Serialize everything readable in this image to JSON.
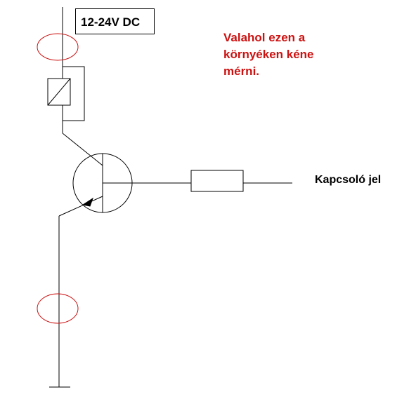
{
  "supply_label": "12-24V DC",
  "note_lines": [
    "Valahol ezen a",
    "környéken kéne",
    "mérni."
  ],
  "signal_label": "Kapcsoló jel",
  "colors": {
    "wire": "#000000",
    "marker": "#cc1111",
    "note_text": "#cc1111"
  }
}
